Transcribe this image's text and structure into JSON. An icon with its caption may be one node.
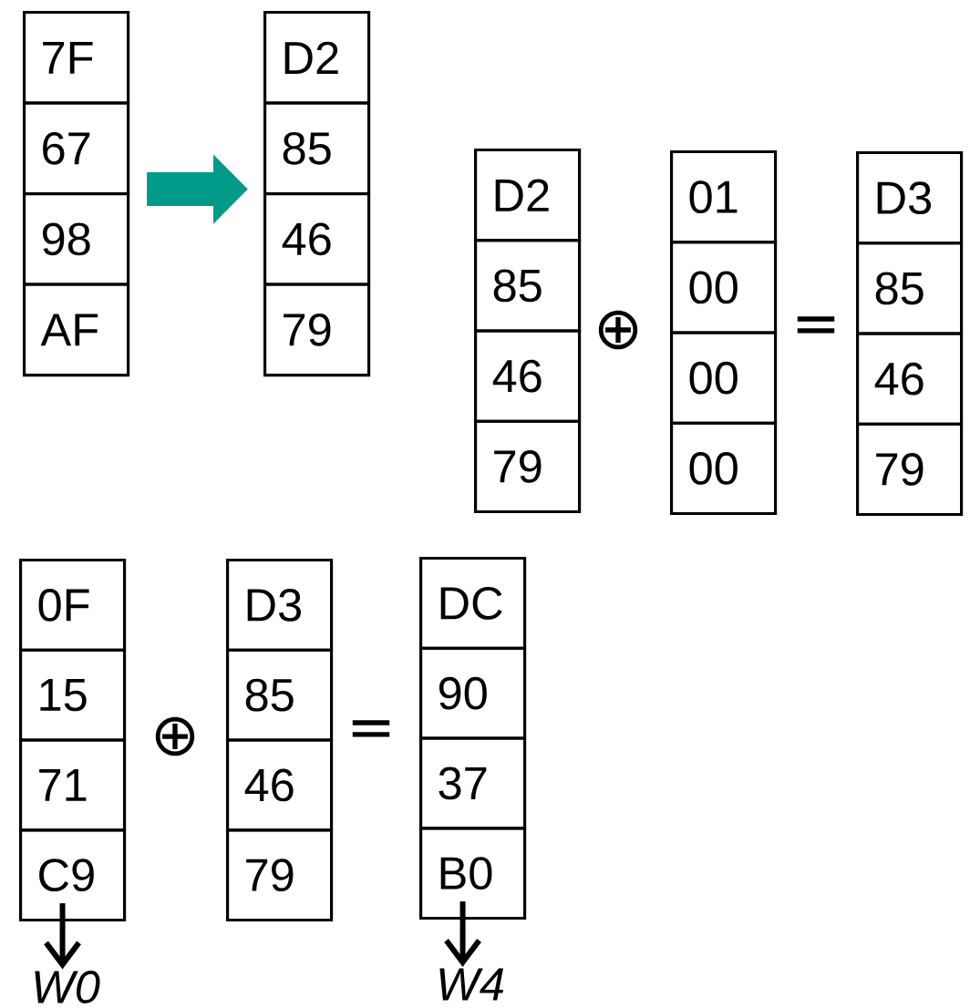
{
  "diagram": {
    "nodes": [
      {
        "text": [],
        "shape": "box"
      },
      {
        "text": [
          "7F"
        ],
        "in": 0
      },
      {
        "text": [
          "67"
        ],
        "in": 0
      },
      {
        "text": [
          "98"
        ],
        "in": 0
      },
      {
        "text": [
          "AF"
        ],
        "in": 0
      },
      {
        "text": [],
        "shape": "box"
      },
      {
        "text": [
          "D2"
        ],
        "in": 5
      },
      {
        "text": [
          "85"
        ],
        "in": 5
      },
      {
        "text": [
          "46"
        ],
        "in": 5
      },
      {
        "text": [
          "79"
        ],
        "in": 5
      },
      {
        "text": [],
        "shape": "box"
      },
      {
        "text": [
          "D2"
        ],
        "in": 10
      },
      {
        "text": [
          "85"
        ],
        "in": 10
      },
      {
        "text": [
          "46"
        ],
        "in": 10
      },
      {
        "text": [
          "79"
        ],
        "in": 10
      },
      {
        "text": [],
        "shape": "box"
      },
      {
        "text": [
          "01"
        ],
        "in": 15
      },
      {
        "text": [
          "00"
        ],
        "in": 15
      },
      {
        "text": [
          "00"
        ],
        "in": 15
      },
      {
        "text": [
          "00"
        ],
        "in": 15
      },
      {
        "text": [],
        "shape": "box"
      },
      {
        "text": [
          "D3"
        ],
        "in": 20
      },
      {
        "text": [
          "85"
        ],
        "in": 20
      },
      {
        "text": [
          "46"
        ],
        "in": 20
      },
      {
        "text": [
          "79"
        ],
        "in": 20
      },
      {
        "text": [],
        "shape": "box"
      },
      {
        "text": [
          "0F"
        ],
        "in": 25
      },
      {
        "text": [
          "15"
        ],
        "in": 25
      },
      {
        "text": [
          "71"
        ],
        "in": 25
      },
      {
        "text": [
          "C9"
        ],
        "in": 25
      },
      {
        "text": [],
        "shape": "box"
      },
      {
        "text": [
          "D3"
        ],
        "in": 30
      },
      {
        "text": [
          "85"
        ],
        "in": 30
      },
      {
        "text": [
          "46"
        ],
        "in": 30
      },
      {
        "text": [
          "79"
        ],
        "in": 30
      },
      {
        "text": [],
        "shape": "box"
      },
      {
        "text": [
          "DC"
        ],
        "in": 35
      },
      {
        "text": [
          "90"
        ],
        "in": 35
      },
      {
        "text": [
          "37"
        ],
        "in": 35
      },
      {
        "text": [
          "B0"
        ],
        "in": 35
      },
      {
        "text": [
          "W0"
        ]
      },
      {
        "text": [
          "W4"
        ]
      }
    ],
    "edges": [
      {
        "from": 0,
        "to": 5,
        "arrow": "to",
        "style": "thick",
        "color": "#009a88"
      },
      {
        "from": 29,
        "to": 40,
        "arrow": "to"
      },
      {
        "from": 39,
        "to": 41,
        "arrow": "to"
      }
    ],
    "labels": [
      "⊕",
      "=",
      "⊕",
      "="
    ]
  }
}
